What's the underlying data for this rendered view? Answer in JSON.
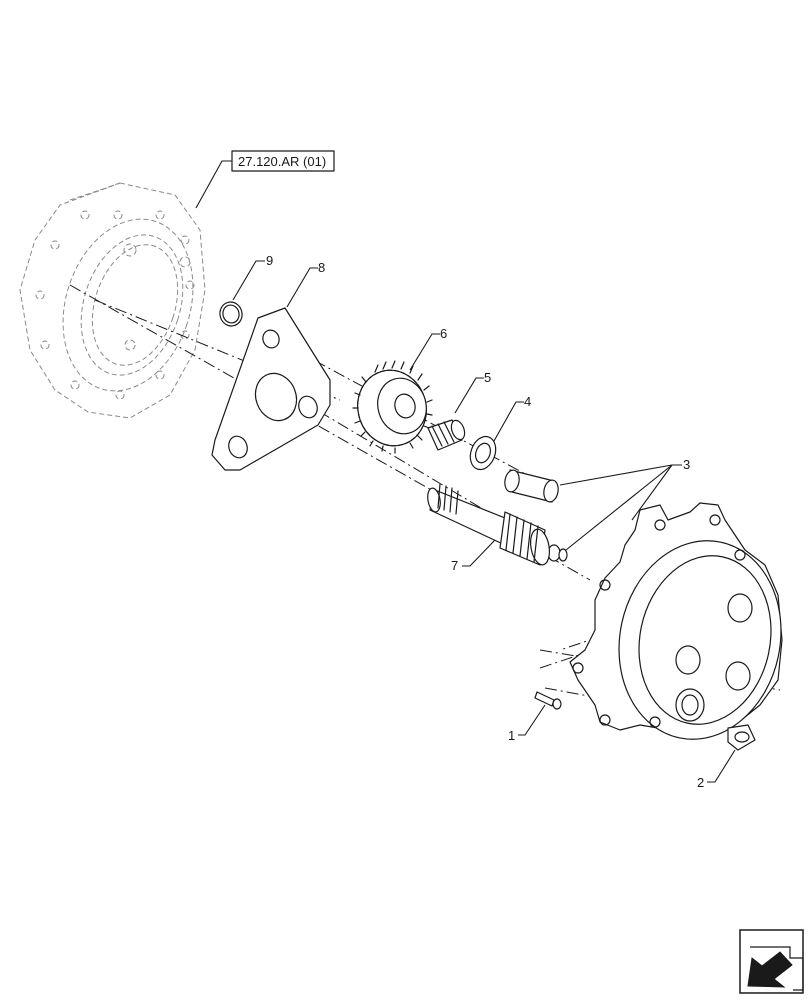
{
  "reference_label": "27.120.AR (01)",
  "callouts": {
    "c1": "1",
    "c2": "2",
    "c3": "3",
    "c4": "4",
    "c5": "5",
    "c6": "6",
    "c7": "7",
    "c8": "8",
    "c9": "9"
  },
  "nav_icon": "arrow-navigation-icon"
}
